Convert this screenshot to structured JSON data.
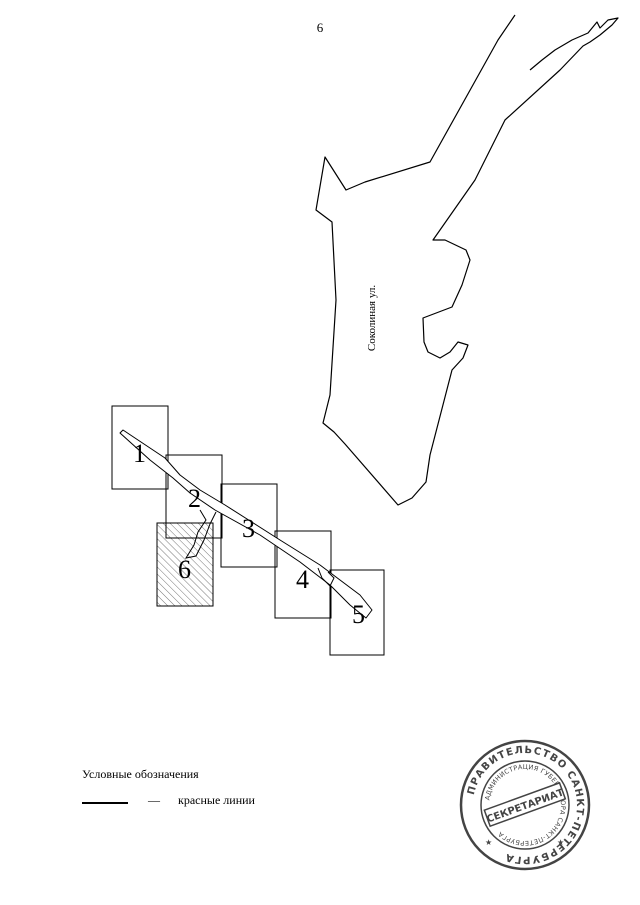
{
  "page": {
    "number": "6"
  },
  "map": {
    "street_label": "Соколиная ул.",
    "sheets": [
      {
        "label": "1",
        "hatched": false
      },
      {
        "label": "2",
        "hatched": false
      },
      {
        "label": "3",
        "hatched": false
      },
      {
        "label": "4",
        "hatched": false
      },
      {
        "label": "5",
        "hatched": false
      },
      {
        "label": "6",
        "hatched": true
      }
    ]
  },
  "legend": {
    "title": "Условные обозначения",
    "items": [
      {
        "symbol": "solid-line",
        "dash": "—",
        "label": "красные линии"
      }
    ]
  },
  "stamp": {
    "center_text": "СЕКРЕТАРИАТ",
    "outer_text": "ПРАВИТЕЛЬСТВО САНКТ-ПЕТЕРБУРГА",
    "inner_text": "АДМИНИСТРАЦИЯ ГУБЕРНАТОРА САНКТ-ПЕТЕРБУРГА"
  },
  "colors": {
    "ink": "#000000",
    "hatch": "#777777",
    "stamp": "#444444"
  }
}
